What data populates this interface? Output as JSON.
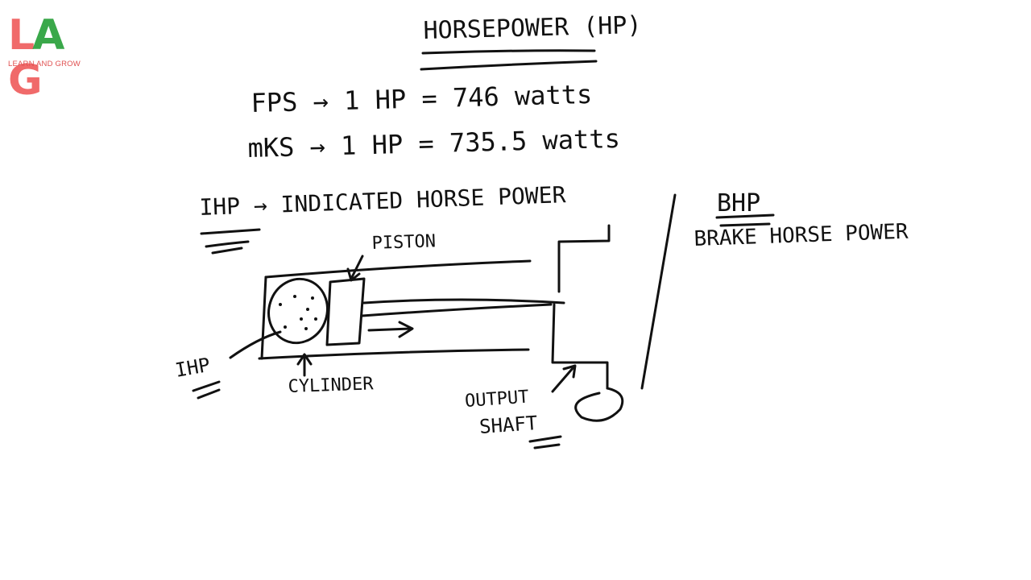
{
  "logo": {
    "letter_l": "L",
    "letter_a": "A",
    "letter_g": "G",
    "tagline": "LEARN AND GROW",
    "colors": {
      "l": "#f06a6a",
      "a": "#3aa84a",
      "g": "#f06a6a",
      "tagline": "#e05050"
    }
  },
  "board": {
    "title": "HORSEPOWER (HP)",
    "fps_line": "FPS → 1 HP = 746 watts",
    "mks_line": "mKS → 1 HP = 735.5 watts",
    "ihp_heading": "IHP → INDICATED HORSE POWER",
    "bhp_heading": "BHP",
    "bhp_full": "BRAKE HORSE POWER",
    "piston_label": "PISTON",
    "ihp_label": "IHP",
    "cylinder_label": "CYLINDER",
    "output_label": "OUTPUT",
    "shaft_label": "SHAFT"
  }
}
